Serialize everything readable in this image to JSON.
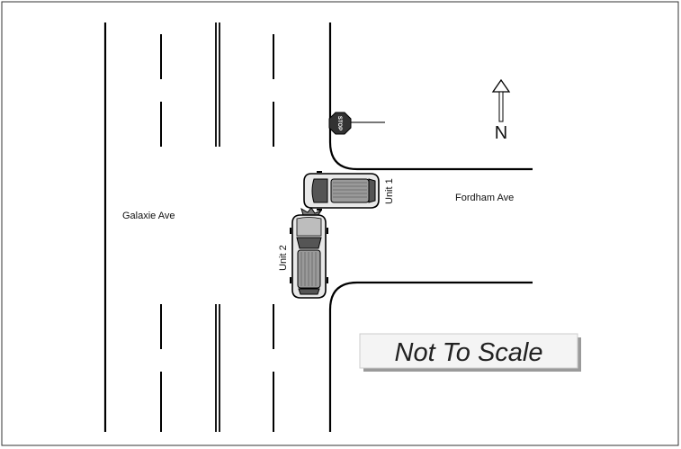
{
  "streets": {
    "galaxie": "Galaxie Ave",
    "fordham": "Fordham Ave"
  },
  "vehicles": {
    "unit1": "Unit 1",
    "unit2": "Unit 2"
  },
  "stop_sign": "STOP",
  "north_arrow": "N",
  "scale_note": "Not To Scale"
}
